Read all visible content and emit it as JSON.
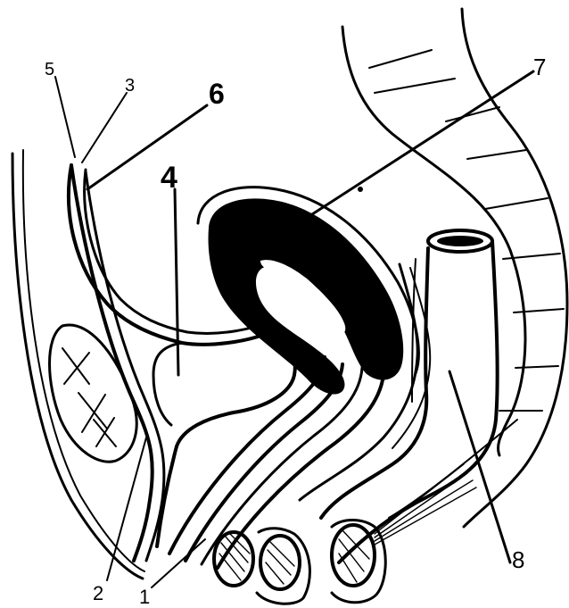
{
  "labels": {
    "l1": "1",
    "l2": "2",
    "l3": "3",
    "l4": "4",
    "l5": "5",
    "l6": "6",
    "l7": "7",
    "l8": "8"
  },
  "colors": {
    "ink": "#000000",
    "background": "#ffffff"
  }
}
